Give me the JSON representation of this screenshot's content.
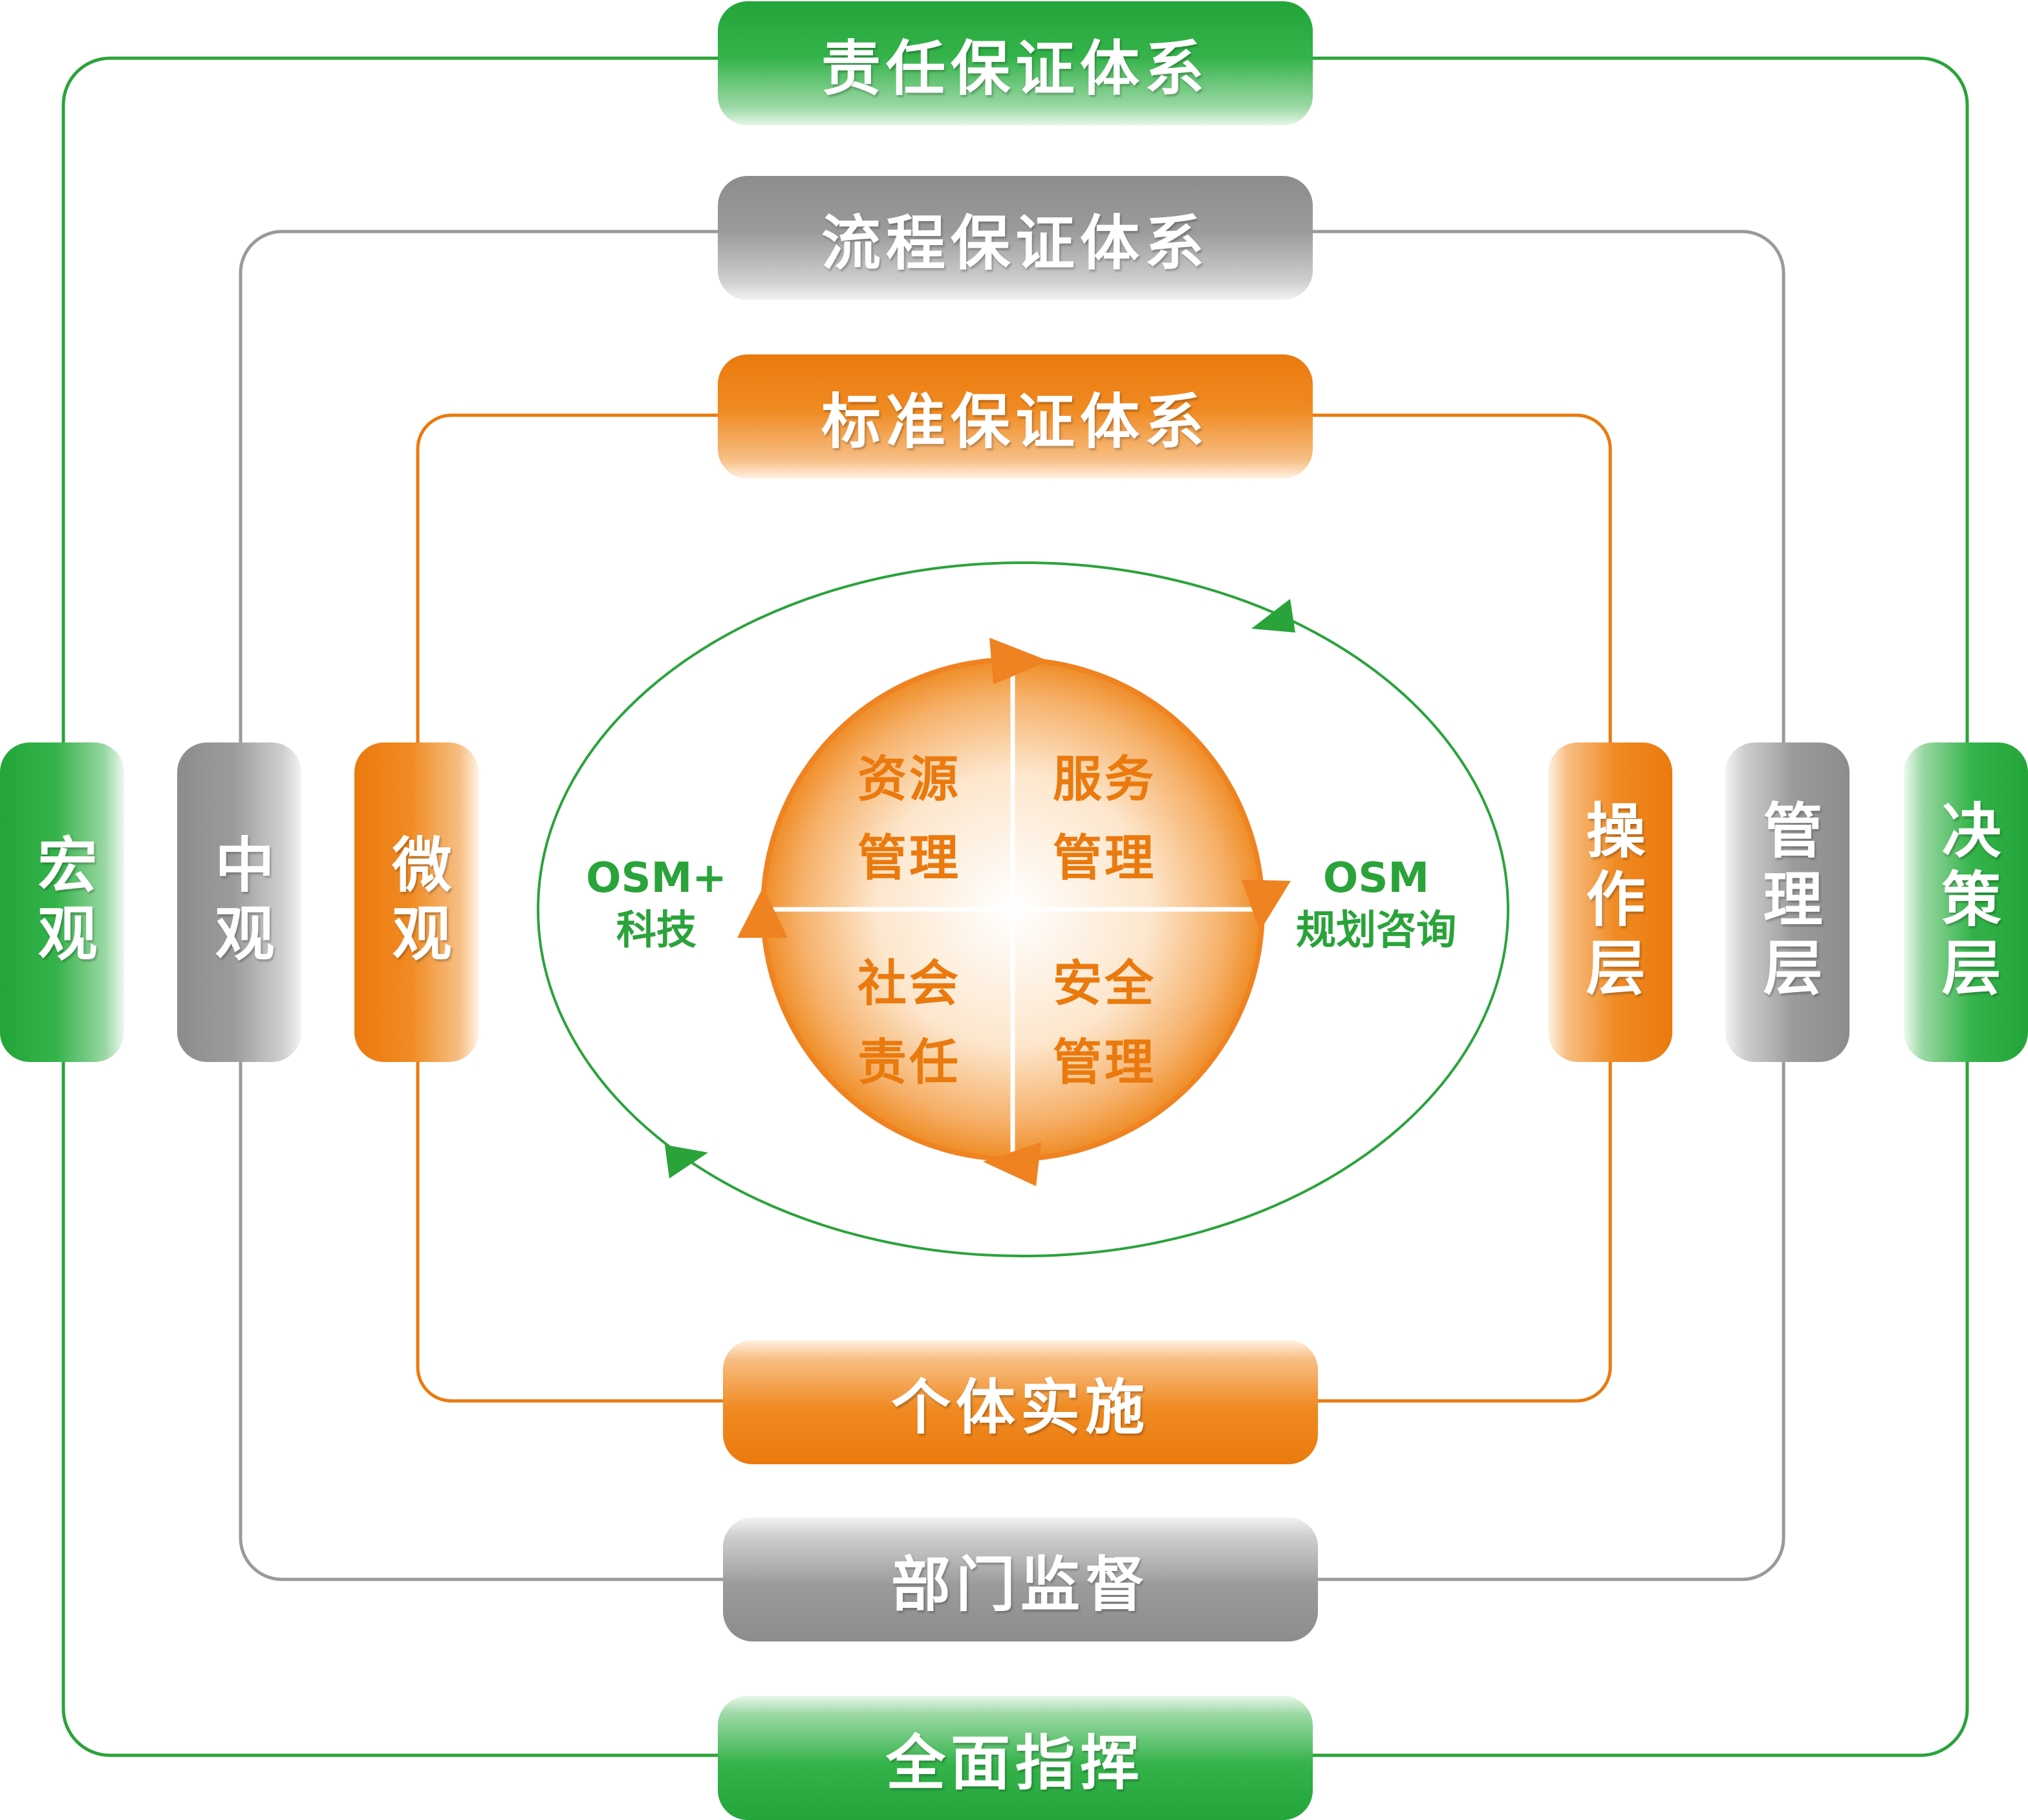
{
  "top_pills": {
    "responsibility": "责任保证体系",
    "process": "流程保证体系",
    "standard": "标准保证体系"
  },
  "bottom_pills": {
    "individual": "个体实施",
    "department": "部门监督",
    "overall": "全面指挥"
  },
  "left_pills": {
    "macro": "宏观",
    "meso": "中观",
    "micro": "微观"
  },
  "right_pills": {
    "operation": "操作层",
    "management": "管理层",
    "decision": "决策层"
  },
  "quadrants": {
    "top_left": [
      "资源",
      "管理"
    ],
    "top_right": [
      "服务",
      "管理"
    ],
    "bottom_left": [
      "社会",
      "责任"
    ],
    "bottom_right": [
      "安全",
      "管理"
    ]
  },
  "side_labels": {
    "left": {
      "line1": "OSM+",
      "line2": "科技"
    },
    "right": {
      "line1": "OSM",
      "line2": "规划咨询"
    }
  },
  "colors": {
    "green": "#2aa33a",
    "gray": "#9a9a9a",
    "orange": "#ea7a0e"
  }
}
